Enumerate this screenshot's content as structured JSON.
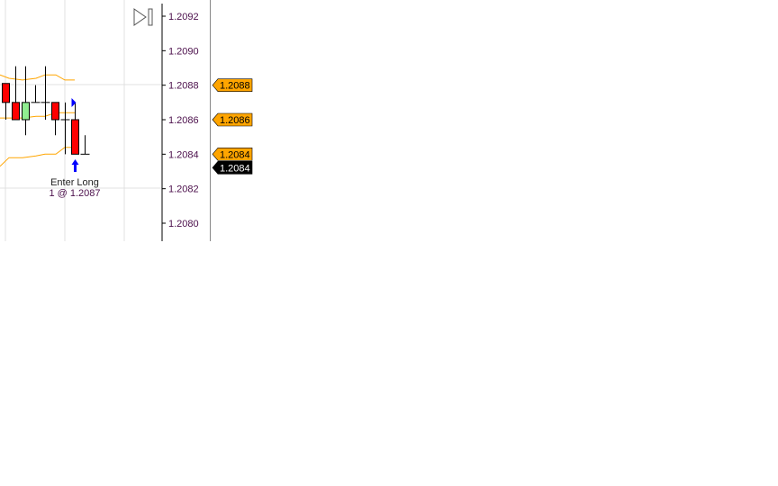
{
  "chart_data": {
    "type": "candlestick",
    "price_axis": {
      "min": 1.2079,
      "max": 1.2093,
      "labels": [
        "1.2092",
        "1.2090",
        "1.2088",
        "1.2086",
        "1.2084",
        "1.2082",
        "1.2080"
      ],
      "label_values": [
        1.2092,
        1.209,
        1.2088,
        1.2086,
        1.2084,
        1.2082,
        1.208
      ]
    },
    "candles": [
      {
        "o": 1.20881,
        "h": 1.20881,
        "l": 1.2086,
        "c": 1.2087
      },
      {
        "o": 1.2087,
        "h": 1.20891,
        "l": 1.2086,
        "c": 1.2086
      },
      {
        "o": 1.2086,
        "h": 1.20891,
        "l": 1.20851,
        "c": 1.2087
      },
      {
        "o": 1.2087,
        "h": 1.2088,
        "l": 1.2087,
        "c": 1.2087
      },
      {
        "o": 1.2087,
        "h": 1.20891,
        "l": 1.2086,
        "c": 1.2087
      },
      {
        "o": 1.2087,
        "h": 1.2087,
        "l": 1.20851,
        "c": 1.2086
      },
      {
        "o": 1.2086,
        "h": 1.2087,
        "l": 1.2084,
        "c": 1.2086
      },
      {
        "o": 1.2086,
        "h": 1.2087,
        "l": 1.2084,
        "c": 1.2084
      },
      {
        "o": 1.2084,
        "h": 1.20851,
        "l": 1.2084,
        "c": 1.2084
      }
    ],
    "bands": {
      "upper": [
        1.20886,
        1.20884,
        1.20883,
        1.20884,
        1.20886,
        1.20886,
        1.20883,
        1.20883
      ],
      "middle": [
        1.20861,
        1.20861,
        1.20861,
        1.20862,
        1.20862,
        1.20864,
        1.20864,
        1.20864
      ],
      "lower": [
        1.20833,
        1.20838,
        1.20838,
        1.20839,
        1.2084,
        1.2084,
        1.20844,
        1.20844
      ]
    },
    "price_tags": [
      {
        "text": "1.2088",
        "value": 1.2088,
        "color": "#ffa500",
        "text_color": "#000000"
      },
      {
        "text": "1.2086",
        "value": 1.2086,
        "color": "#ffa500",
        "text_color": "#000000"
      },
      {
        "text": "1.2084",
        "value": 1.2084,
        "color": "#ffa500",
        "text_color": "#000000"
      },
      {
        "text": "1.2084",
        "value": 1.20835,
        "color": "#000000",
        "text_color": "#ffffff"
      }
    ],
    "annotation": {
      "line1": "Enter Long",
      "line2": "1 @ 1.2087",
      "candle_index": 7
    },
    "colors": {
      "up": "#90ee90",
      "down": "#ff0000",
      "band": "#ffa500",
      "grid": "#e0e0e0",
      "marker": "#0000ff"
    }
  }
}
